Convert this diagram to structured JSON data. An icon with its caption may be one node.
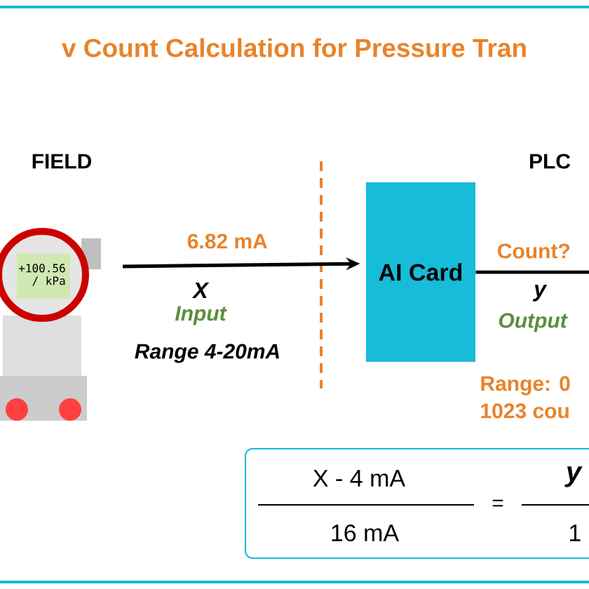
{
  "diagram": {
    "title": "v Count Calculation for Pressure Tran",
    "nodes": [
      {
        "text": [
          "+100.56",
          "/ kPa"
        ]
      },
      {
        "text": [
          "AI Card"
        ]
      },
      {
        "text": [
          "X - 4 mA",
          "16 mA",
          "=",
          "y",
          "1"
        ]
      }
    ],
    "edges": [
      {
        "from": 0,
        "to": 1,
        "arrow": "to",
        "label": "6.82 mA"
      },
      {
        "from": 1,
        "to": null,
        "arrow": "none",
        "label": "Count?"
      }
    ],
    "labels": [
      "FIELD",
      "PLC",
      "X",
      "Input",
      "Range 4-20mA",
      "y",
      "Output",
      "Range: 0",
      "1023 cou"
    ]
  }
}
